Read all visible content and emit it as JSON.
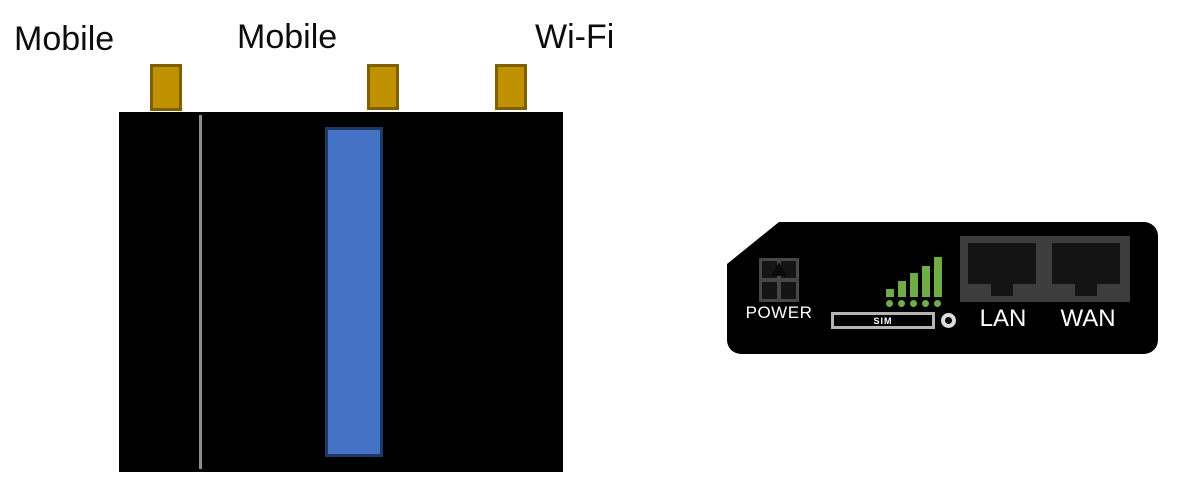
{
  "top_view": {
    "antennas": [
      {
        "label": "Mobile"
      },
      {
        "label": "Mobile"
      },
      {
        "label": "Wi-Fi"
      }
    ]
  },
  "front_panel": {
    "power": {
      "label": "POWER"
    },
    "sim": {
      "label": "SIM"
    },
    "signal": {
      "bar_heights": [
        8,
        16,
        24,
        31,
        40
      ],
      "dot_count": 5
    },
    "ports": [
      {
        "label": "LAN"
      },
      {
        "label": "WAN"
      }
    ]
  },
  "colors": {
    "antenna_gold": "#bf9000",
    "antenna_gold_border": "#7f6000",
    "device_black": "#000000",
    "divider_gray": "#8c8c8c",
    "blue_fill": "#4472c4",
    "blue_border": "#1f3864",
    "signal_green": "#70ad47",
    "port_frame_gray": "#3d3d3d",
    "port_black": "#141414",
    "sim_border_gray": "#b5b5b5",
    "text_white": "#ffffff",
    "text_black": "#0d0d0d"
  }
}
